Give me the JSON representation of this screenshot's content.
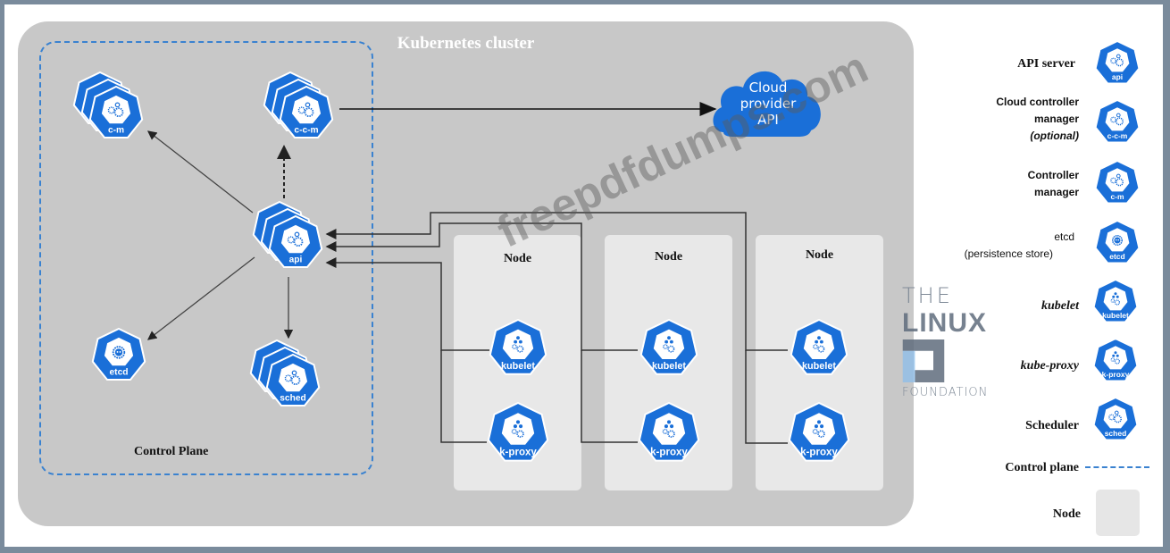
{
  "colors": {
    "k8s_blue": "#326ce5",
    "icon_blue": "#1a6fd8",
    "control_plane_dash": "#3a82d0",
    "cluster_bg": "#c8c8c8",
    "node_bg": "#e8e8e8",
    "frame": "#7a8b9c"
  },
  "cluster": {
    "title": "Kubernetes cluster"
  },
  "control_plane": {
    "label": "Control Plane",
    "components": [
      {
        "id": "c-m",
        "label": "c-m",
        "icon": "controller-manager-icon",
        "stacked": true
      },
      {
        "id": "c-c-m",
        "label": "c-c-m",
        "icon": "cloud-controller-manager-icon",
        "stacked": true
      },
      {
        "id": "api",
        "label": "api",
        "icon": "api-server-icon",
        "stacked": true
      },
      {
        "id": "etcd",
        "label": "etcd",
        "icon": "etcd-icon",
        "stacked": false
      },
      {
        "id": "sched",
        "label": "sched",
        "icon": "scheduler-icon",
        "stacked": true
      }
    ]
  },
  "cloud": {
    "line1": "Cloud",
    "line2": "provider",
    "line3": "API"
  },
  "nodes": [
    {
      "title": "Node",
      "kubelet": "kubelet",
      "proxy": "k-proxy"
    },
    {
      "title": "Node",
      "kubelet": "kubelet",
      "proxy": "k-proxy"
    },
    {
      "title": "Node",
      "kubelet": "kubelet",
      "proxy": "k-proxy"
    }
  ],
  "legend": {
    "api_server": {
      "label": "API server",
      "icon_label": "api"
    },
    "ccm": {
      "line1": "Cloud controller",
      "line2": "manager",
      "line3": "(optional)",
      "icon_label": "c-c-m"
    },
    "cm": {
      "line1": "Controller",
      "line2": "manager",
      "icon_label": "c-m"
    },
    "etcd": {
      "line1": "etcd",
      "line2": "(persistence store)",
      "icon_label": "etcd"
    },
    "kubelet": {
      "label": "kubelet",
      "icon_label": "kubelet"
    },
    "kube_proxy": {
      "label": "kube-proxy",
      "icon_label": "k-proxy"
    },
    "scheduler": {
      "label": "Scheduler",
      "icon_label": "sched"
    },
    "control_plane": {
      "label": "Control plane"
    },
    "node": {
      "label": "Node"
    }
  },
  "watermarks": {
    "site": "freepdfdumps.com",
    "logo_the": "THE",
    "logo_linux": "LINUX",
    "logo_foundation": "FOUNDATION"
  }
}
